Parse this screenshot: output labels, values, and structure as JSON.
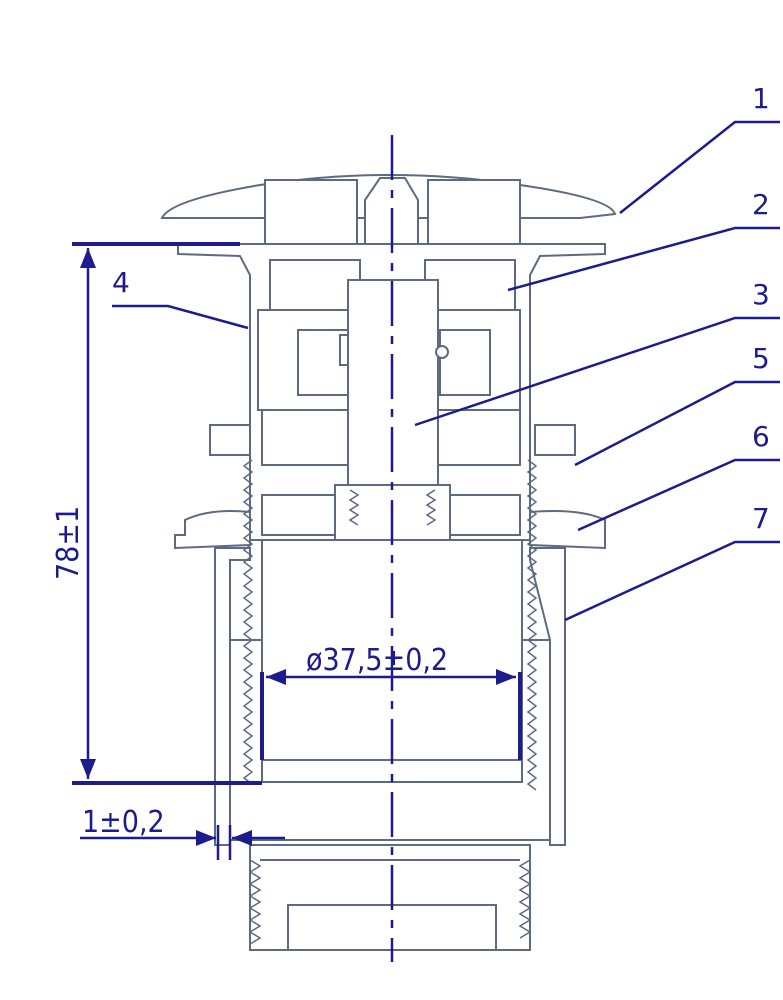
{
  "parts": [
    {
      "number": "1"
    },
    {
      "number": "2"
    },
    {
      "number": "3"
    },
    {
      "number": "4"
    },
    {
      "number": "5"
    },
    {
      "number": "6"
    },
    {
      "number": "7"
    }
  ],
  "dimensions": {
    "height": "78±1",
    "diameter": "ø37,5±0,2",
    "gap": "1±0,2"
  },
  "colors": {
    "dimension": "#1c1c8e",
    "outline": "#5d6b82"
  }
}
